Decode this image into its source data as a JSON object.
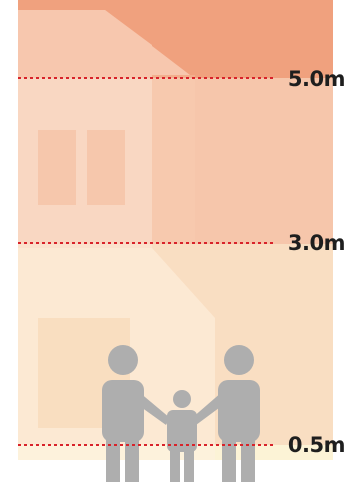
{
  "depth_levels": {
    "level_high": "5.0m",
    "level_mid": "3.0m",
    "level_low": "0.5m"
  },
  "colors": {
    "band_top": "#f2a582",
    "band_high": "#f6c6ab",
    "band_mid": "#f9dec2",
    "band_low": "#fcf3d6",
    "line": "#d8232a",
    "people": "#aeaeae"
  },
  "icons": [
    "house-silhouette",
    "family-silhouette"
  ]
}
